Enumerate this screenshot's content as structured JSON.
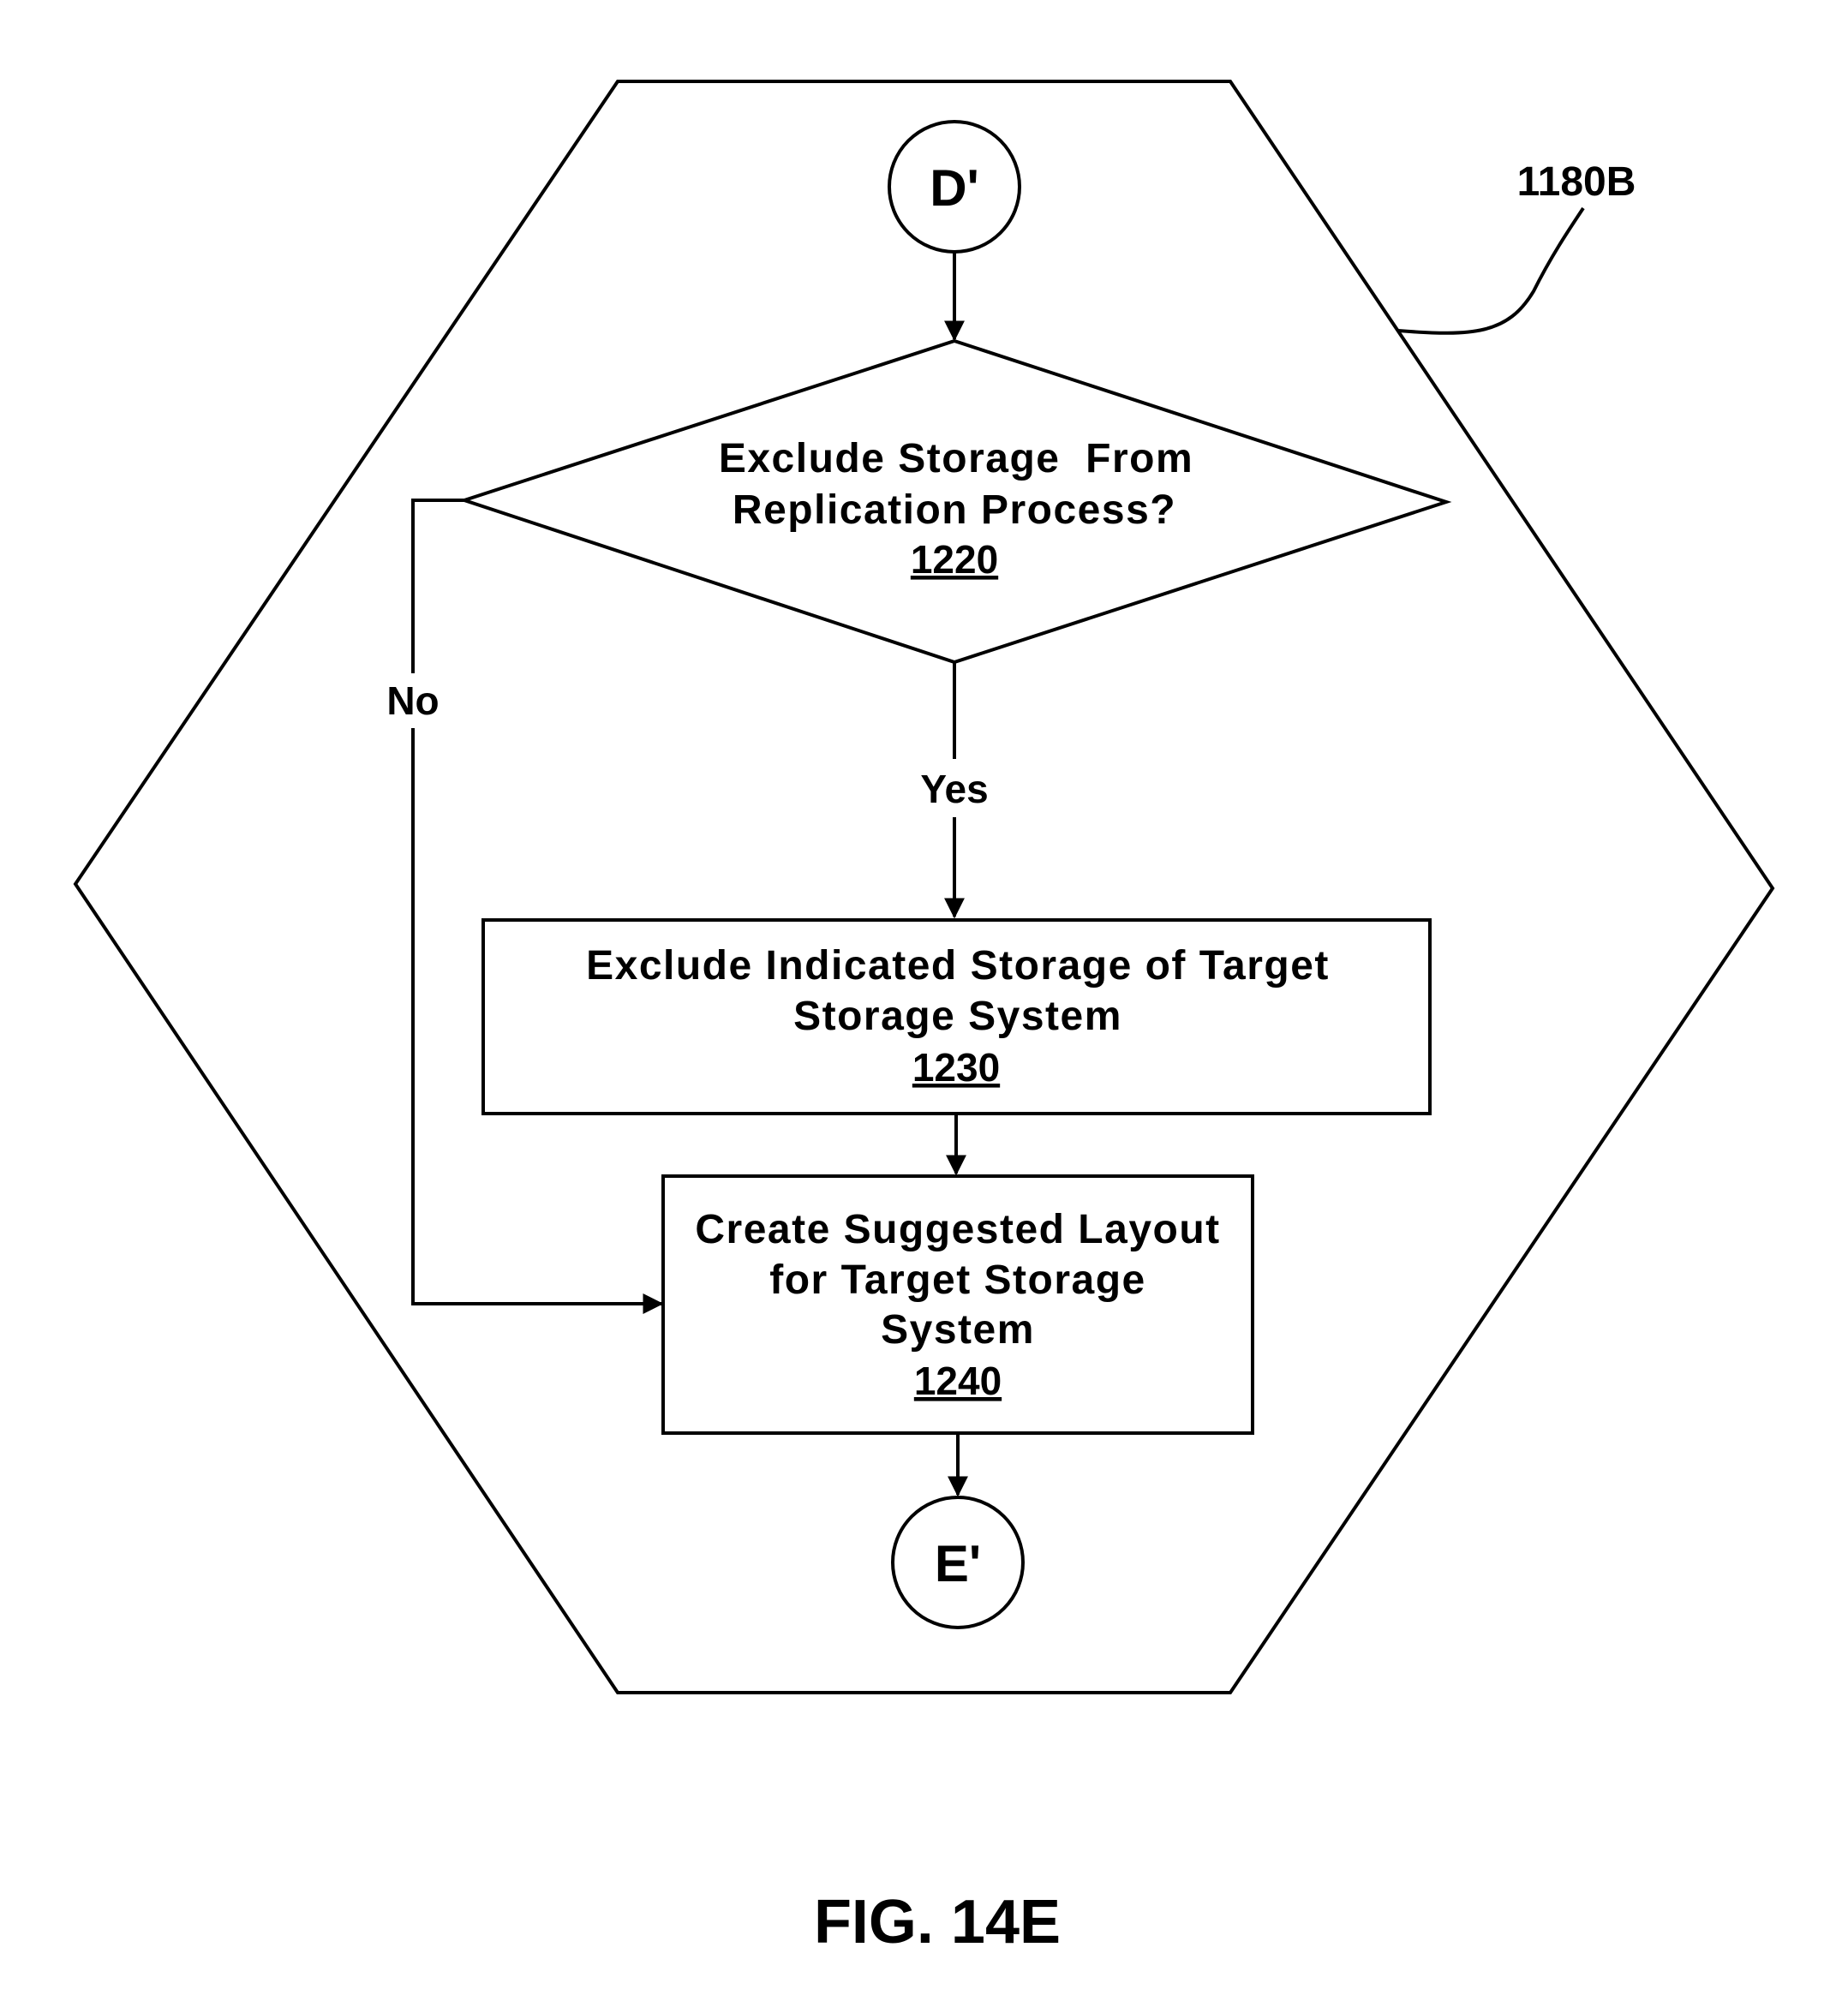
{
  "diagram": {
    "callout_ref": "1180B",
    "connector_start": "D'",
    "connector_end": "E'",
    "decision": {
      "lines": [
        "Exclude Storage  From",
        "Replication Process?"
      ],
      "ref": "1220"
    },
    "edge_no": "No",
    "edge_yes": "Yes",
    "step_exclude": {
      "lines": [
        "Exclude Indicated Storage of Target",
        "Storage System"
      ],
      "ref": "1230"
    },
    "step_layout": {
      "lines": [
        "Create Suggested Layout",
        "for Target Storage",
        "System"
      ],
      "ref": "1240"
    },
    "figure_caption": "FIG. 14E"
  }
}
